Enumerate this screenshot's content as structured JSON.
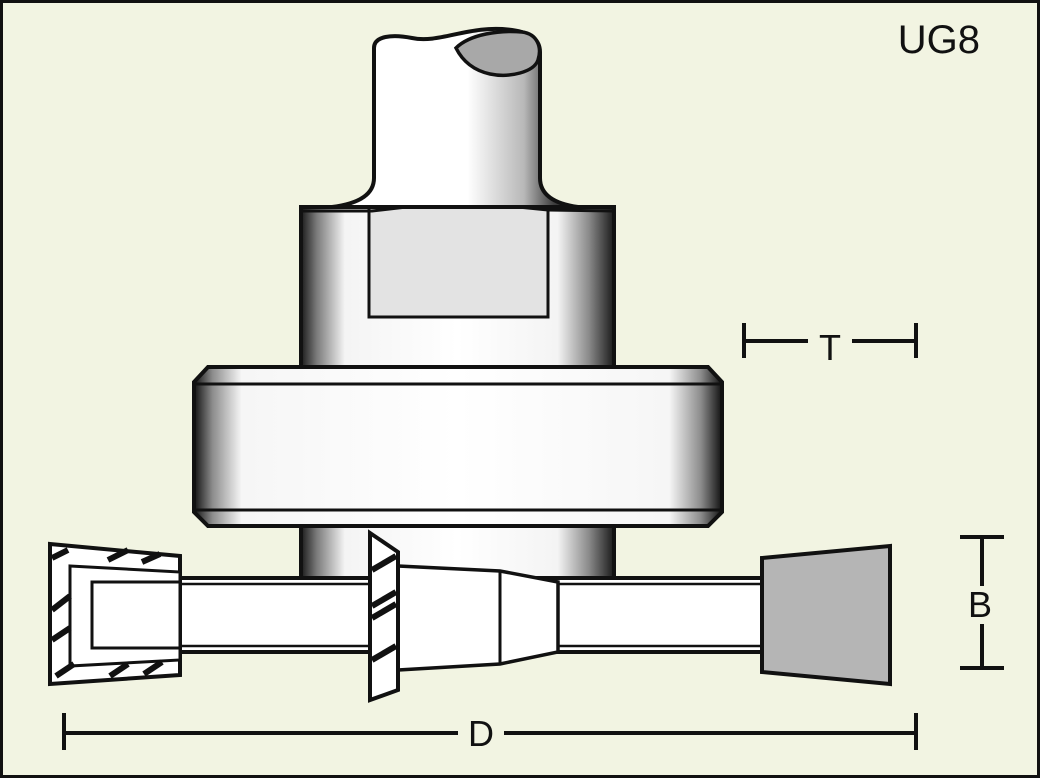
{
  "model_code": "UG8",
  "dimensions": {
    "thickness_label": "T",
    "bearing_label": "B",
    "diameter_label": "D"
  },
  "colors": {
    "background": "#f2f4e2",
    "outline": "#111111",
    "metal_light": "#ffffff",
    "metal_dark": "#1a1a1a",
    "flat_fill": "#e3e3e3",
    "carbide_fill": "#b5b5b5",
    "shank_tip_fill": "#a8a8a8"
  }
}
